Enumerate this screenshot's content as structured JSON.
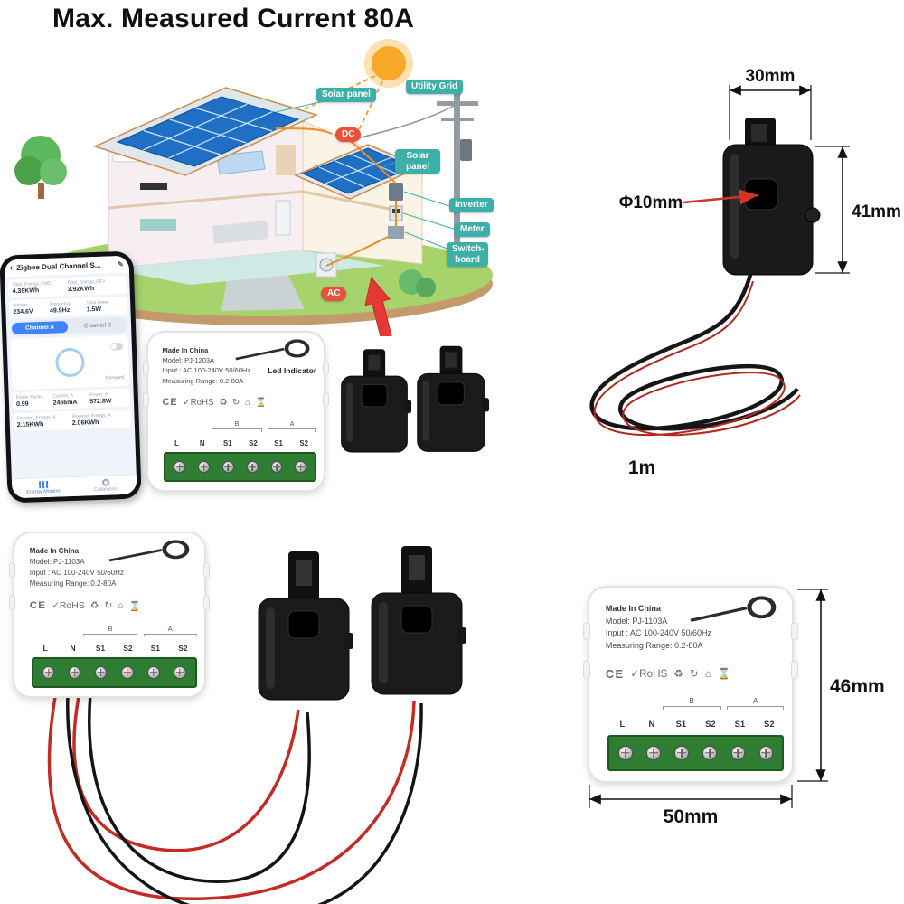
{
  "title": "Max. Measured Current 80A",
  "callouts": {
    "solar_panel_1": "Solar panel",
    "utility_grid": "Utility Grid",
    "dc": "DC",
    "solar_panel_2": "Solar panel",
    "inverter": "Inverter",
    "meter": "Meter",
    "switch_board": "Switch-board",
    "ac": "AC"
  },
  "phone": {
    "back_icon": "‹",
    "header_title": "Zigbee Dual Channel S...",
    "edit_icon": "✎",
    "stats_row1": [
      {
        "label": "Total_Energy_FWD",
        "value": "4.39KWh"
      },
      {
        "label": "Total_Energy_REV",
        "value": "3.92KWh"
      }
    ],
    "stats_row2": [
      {
        "label": "Voltage",
        "value": "234.6V"
      },
      {
        "label": "Frequency",
        "value": "49.9Hz"
      },
      {
        "label": "Total power",
        "value": "1.5W"
      }
    ],
    "tab_a": "Channel A",
    "tab_b": "Channel B",
    "direction_label": "Forward",
    "stats_row3": [
      {
        "label": "Power Factor",
        "value": "0.99"
      },
      {
        "label": "Current_A",
        "value": "2466mA"
      },
      {
        "label": "Power_A",
        "value": "572.8W"
      }
    ],
    "stats_row4": [
      {
        "label": "Forward_Energy_A",
        "value": "2.15KWh"
      },
      {
        "label": "Reverse_Energy_A",
        "value": "2.06KWh"
      }
    ],
    "nav": [
      {
        "label": "Energy Monitor"
      },
      {
        "label": "Calibration"
      }
    ]
  },
  "modules": {
    "top": {
      "made_in": "Made In China",
      "model": "Model: PJ-1203A",
      "input": "Input : AC 100-240V 50/60Hz",
      "range": "Measuring Range: 0.2-80A",
      "led_label": "Led Indicator"
    },
    "bottom_left": {
      "made_in": "Made In China",
      "model": "Model: PJ-1103A",
      "input": "Input : AC 100-240V 50/60Hz",
      "range": "Measuring Range: 0.2-80A"
    },
    "bottom_right": {
      "made_in": "Made In China",
      "model": "Model: PJ-1103A",
      "input": "Input : AC 100-240V 50/60Hz",
      "range": "Measuring Range: 0.2-80A"
    },
    "terminals": [
      "L",
      "N",
      "S1",
      "S2",
      "S1",
      "S2"
    ],
    "group_b": "B",
    "group_a": "A",
    "cert_icons": [
      {
        "name": "ce-mark",
        "glyph": "CE"
      },
      {
        "name": "rohs-check",
        "glyph": "✓RoHS"
      },
      {
        "name": "mobius-recycle",
        "glyph": "♻"
      },
      {
        "name": "green-dot-recycle",
        "glyph": "↻"
      },
      {
        "name": "house-mark",
        "glyph": "⌂"
      },
      {
        "name": "hourglass-mark",
        "glyph": "⌛"
      }
    ]
  },
  "dimensions": {
    "clamp_width": "30mm",
    "clamp_hole": "Φ10mm",
    "clamp_height": "41mm",
    "wire_length": "1m",
    "module_height": "46mm",
    "module_width": "50mm"
  },
  "colors": {
    "teal_tag": "#3CAFA6",
    "red_tag": "#E8513B",
    "accent_blue": "#3F84F6",
    "terminal_green": "#2E7D32",
    "panel_blue": "#1F6FC4",
    "wire_red": "#C42B23",
    "arrow_red": "#E53935"
  }
}
